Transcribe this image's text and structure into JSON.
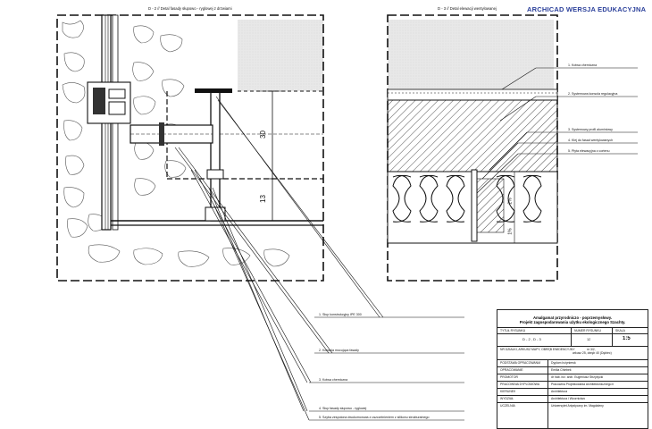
{
  "watermark": "ARCHICAD WERSJA EDUKACYJNA",
  "details": {
    "left_title": "D - 2 // Detal fasady słupowo - ryglowej z drzwiami",
    "right_title": "D - 3 // Detal elewacji wentylowanej",
    "dim_30": "30",
    "dim_13": "13",
    "dim_right_1": "2%",
    "dim_right_2": "1%"
  },
  "callouts_left": [
    "1. Słup konstrukcyjny IPE 300",
    "2. Konsola mocująca fasady",
    "3. Kotwa chemiczna",
    "4. Słup fasady słupowo - ryglowej",
    "5. Szyba zespolona dwukomorowa z uszczelnieniem z silikonu strukturalnego"
  ],
  "callouts_right": [
    "1. Kotwa chemiczna",
    "2. Systemowa konsola regulacyjna",
    "3. Systemowy profil aluminiowy",
    "4. Klej do fasad wentylowanych",
    "5. Płyta elewacyjna z cortenu"
  ],
  "title_block": {
    "project_title_1": "Amalgamat przyrodniczo - poprzemysłowy.",
    "project_title_2": "Projekt zagospodarowania użytku ekologicznego Szachty.",
    "hdr_title": "TYTUŁ RYSUNKU",
    "hdr_number": "NUMER RYSUNKU",
    "hdr_scale": "SKALA",
    "val_title": "D - 2 , D - 3",
    "val_number": "12",
    "val_scale": "1:5",
    "lbl_plot": "NR DZIAŁKI, ARKUSZ MAPY, OBRĘB EWIDENCYJNY",
    "val_plot_1": "nr 3/2,",
    "val_plot_2": "arkusz 25, obręb 40 (Dębiec)",
    "lbl_basis": "PODSTAWA OPRACOWANIA",
    "val_basis": "Dyplom Inżynierski",
    "lbl_author": "OPRACOWANIE",
    "val_author": "Emilia Chlebek",
    "lbl_promoter": "PROMOTOR",
    "val_promoter": "dr hab. inż. arch. Eugeniusz Strzyżycki",
    "lbl_studio": "PRACOWNIA DYPLOMOWA",
    "val_studio": "Pracownia Projektowania Architektonicznego II",
    "lbl_field": "KIERUNEK",
    "val_field": "Architektura",
    "lbl_faculty": "WYDZIAŁ",
    "val_faculty": "Architektura i Wzornictwo",
    "lbl_school": "UCZELNIA",
    "val_school": "Uniwersytet Artystyczny im. Magdaleny"
  }
}
